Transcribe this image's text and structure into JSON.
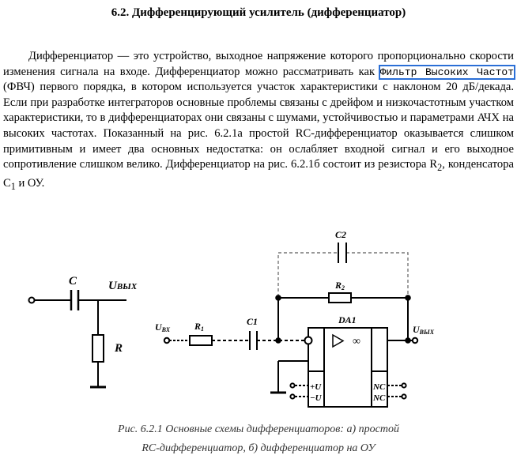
{
  "heading": "6.2. Дифференцирующий усилитель (дифференциатор)",
  "paragraph": {
    "part1": "Дифференциатор — это устройство, выходное напряжение которого пропорционально скорости изменения сигнала на входе. Дифференциатор можно рассматривать как ",
    "highlight": "Фильтр Высоких Частот",
    "part2": " (ФВЧ) первого порядка, в котором используется участок характеристики с наклоном 20 дБ/декада. Если при разработке интеграторов основные проблемы связаны с дрейфом и низкочастотным участком характеристики, то в дифференциаторах они связаны с шумами, устойчивостью и параметрами АЧХ на высоких частотах. Показанный на рис. 6.2.1а простой RC-дифференциатор оказывается слишком примитивным и имеет два основных недостатка: он ослабляет входной сигнал и его выходное сопротивление слишком велико. Дифференциатор на рис. 6.2.1б состоит из резистора R",
    "sub_r": "2",
    "part3": ", конденсатора C",
    "sub_c": "1",
    "part4": " и ОУ."
  },
  "diagram_a": {
    "label_c": "C",
    "label_u": "U",
    "label_out": "ВЫХ",
    "label_r": "R"
  },
  "diagram_b": {
    "label_c2": "C2",
    "label_r2": "R",
    "label_r2_sub": "2",
    "label_uin": "U",
    "label_uin_sub": "ВХ",
    "label_r1": "R",
    "label_r1_sub": "1",
    "label_c1": "C1",
    "label_da1": "DA1",
    "label_inf": "∞",
    "label_uout": "U",
    "label_uout_sub": "ВЫХ",
    "label_pu": "+U",
    "label_mu": "−U",
    "label_nc1": "NC",
    "label_nc2": "NC"
  },
  "caption": {
    "line1": "Рис. 6.2.1 Основные схемы дифференциаторов: а) простой",
    "line2": "RC-дифференциатор, б) дифференциатор на ОУ"
  }
}
